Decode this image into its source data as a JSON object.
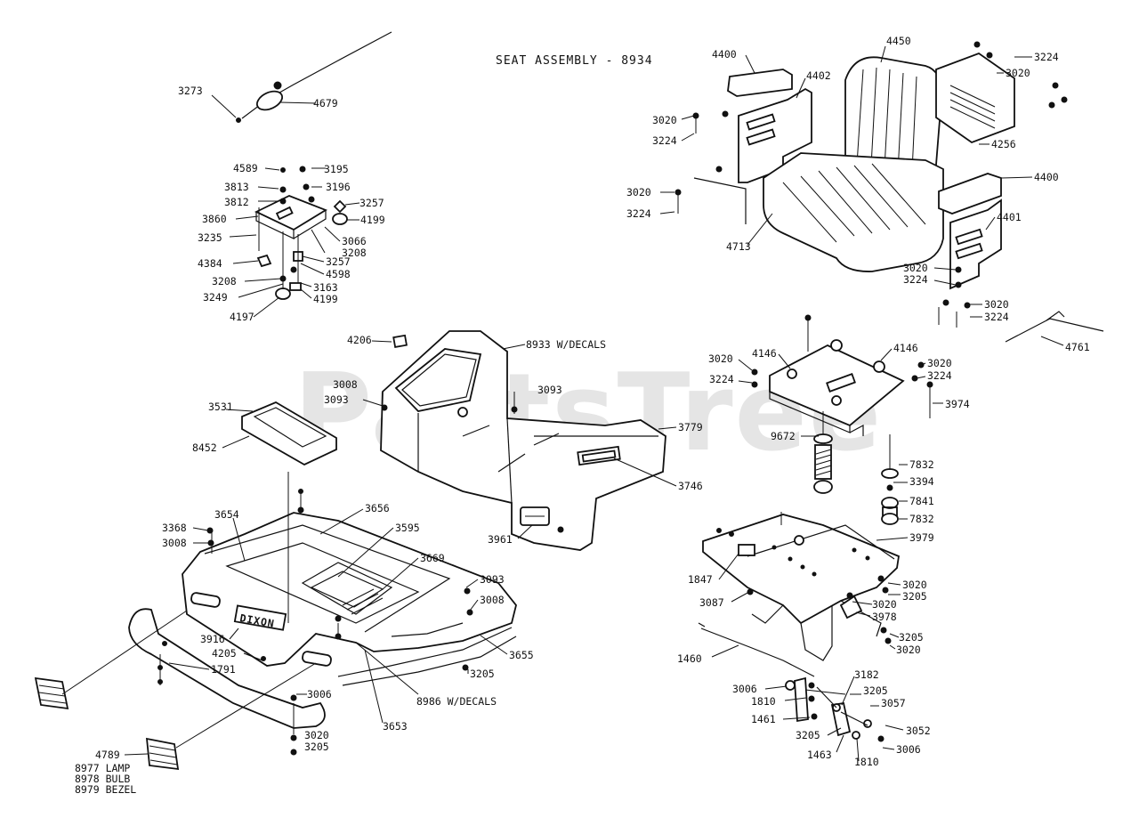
{
  "title": "SEAT ASSEMBLY - 8934",
  "watermark": "PartsTree",
  "labels": [
    {
      "id": "l3273",
      "text": "3273"
    },
    {
      "id": "l4679",
      "text": "4679"
    },
    {
      "id": "l4589",
      "text": "4589"
    },
    {
      "id": "l3195",
      "text": "3195"
    },
    {
      "id": "l3813",
      "text": "3813"
    },
    {
      "id": "l3196",
      "text": "3196"
    },
    {
      "id": "l3812",
      "text": "3812"
    },
    {
      "id": "l3257a",
      "text": "3257"
    },
    {
      "id": "l3860",
      "text": "3860"
    },
    {
      "id": "l4199a",
      "text": "4199"
    },
    {
      "id": "l3235",
      "text": "3235"
    },
    {
      "id": "l3066",
      "text": "3066"
    },
    {
      "id": "l3208a",
      "text": "3208"
    },
    {
      "id": "l4384",
      "text": "4384"
    },
    {
      "id": "l3257b",
      "text": "3257"
    },
    {
      "id": "l4598",
      "text": "4598"
    },
    {
      "id": "l3208b",
      "text": "3208"
    },
    {
      "id": "l3163",
      "text": "3163"
    },
    {
      "id": "l3249",
      "text": "3249"
    },
    {
      "id": "l4199b",
      "text": "4199"
    },
    {
      "id": "l4197",
      "text": "4197"
    },
    {
      "id": "l4400a",
      "text": "4400"
    },
    {
      "id": "l4450",
      "text": "4450"
    },
    {
      "id": "l3224a",
      "text": "3224"
    },
    {
      "id": "l3020a",
      "text": "3020"
    },
    {
      "id": "l4402",
      "text": "4402"
    },
    {
      "id": "l3020b",
      "text": "3020"
    },
    {
      "id": "l3224b",
      "text": "3224"
    },
    {
      "id": "l4256",
      "text": "4256"
    },
    {
      "id": "l4400b",
      "text": "4400"
    },
    {
      "id": "l3020c",
      "text": "3020"
    },
    {
      "id": "l3224c",
      "text": "3224"
    },
    {
      "id": "l4713",
      "text": "4713"
    },
    {
      "id": "l4401",
      "text": "4401"
    },
    {
      "id": "l3020d",
      "text": "3020"
    },
    {
      "id": "l3224d",
      "text": "3224"
    },
    {
      "id": "l3020e",
      "text": "3020"
    },
    {
      "id": "l3224e",
      "text": "3224"
    },
    {
      "id": "l4761",
      "text": "4761"
    },
    {
      "id": "l4206",
      "text": "4206"
    },
    {
      "id": "l8933",
      "text": "8933 W/DECALS"
    },
    {
      "id": "l3008a",
      "text": "3008"
    },
    {
      "id": "l3093a",
      "text": "3093"
    },
    {
      "id": "l3093b",
      "text": "3093"
    },
    {
      "id": "l3531",
      "text": "3531"
    },
    {
      "id": "l3779",
      "text": "3779"
    },
    {
      "id": "l8452",
      "text": "8452"
    },
    {
      "id": "l3746",
      "text": "3746"
    },
    {
      "id": "l3961",
      "text": "3961"
    },
    {
      "id": "l3020f",
      "text": "3020"
    },
    {
      "id": "l4146a",
      "text": "4146"
    },
    {
      "id": "l4146b",
      "text": "4146"
    },
    {
      "id": "l3020g",
      "text": "3020"
    },
    {
      "id": "l3224f",
      "text": "3224"
    },
    {
      "id": "l3224g",
      "text": "3224"
    },
    {
      "id": "l3974",
      "text": "3974"
    },
    {
      "id": "l9672",
      "text": "9672"
    },
    {
      "id": "l7832a",
      "text": "7832"
    },
    {
      "id": "l3394",
      "text": "3394"
    },
    {
      "id": "l7841",
      "text": "7841"
    },
    {
      "id": "l7832b",
      "text": "7832"
    },
    {
      "id": "l3979",
      "text": "3979"
    },
    {
      "id": "l3368",
      "text": "3368"
    },
    {
      "id": "l3654",
      "text": "3654"
    },
    {
      "id": "l3656",
      "text": "3656"
    },
    {
      "id": "l3008b",
      "text": "3008"
    },
    {
      "id": "l3595",
      "text": "3595"
    },
    {
      "id": "l3669",
      "text": "3669"
    },
    {
      "id": "l3093c",
      "text": "3093"
    },
    {
      "id": "l3008c",
      "text": "3008"
    },
    {
      "id": "l3916",
      "text": "3916"
    },
    {
      "id": "l4205",
      "text": "4205"
    },
    {
      "id": "l1791",
      "text": "1791"
    },
    {
      "id": "l3655",
      "text": "3655"
    },
    {
      "id": "l3205a",
      "text": "3205"
    },
    {
      "id": "l8986",
      "text": "8986 W/DECALS"
    },
    {
      "id": "l3006a",
      "text": "3006"
    },
    {
      "id": "l3653",
      "text": "3653"
    },
    {
      "id": "l3020h",
      "text": "3020"
    },
    {
      "id": "l3205b",
      "text": "3205"
    },
    {
      "id": "l4789",
      "text": "4789"
    },
    {
      "id": "l1847",
      "text": "1847"
    },
    {
      "id": "l3087",
      "text": "3087"
    },
    {
      "id": "l3020i",
      "text": "3020"
    },
    {
      "id": "l3205c",
      "text": "3205"
    },
    {
      "id": "l3020j",
      "text": "3020"
    },
    {
      "id": "l3978",
      "text": "3978"
    },
    {
      "id": "l3205d",
      "text": "3205"
    },
    {
      "id": "l3020k",
      "text": "3020"
    },
    {
      "id": "l1460",
      "text": "1460"
    },
    {
      "id": "l3182",
      "text": "3182"
    },
    {
      "id": "l3006b",
      "text": "3006"
    },
    {
      "id": "l3205e",
      "text": "3205"
    },
    {
      "id": "l1810a",
      "text": "1810"
    },
    {
      "id": "l3057",
      "text": "3057"
    },
    {
      "id": "l1461",
      "text": "1461"
    },
    {
      "id": "l3052",
      "text": "3052"
    },
    {
      "id": "l3205f",
      "text": "3205"
    },
    {
      "id": "l3006c",
      "text": "3006"
    },
    {
      "id": "l1463",
      "text": "1463"
    },
    {
      "id": "l1810b",
      "text": "1810"
    }
  ],
  "lamp_notes": {
    "lamp": "8977 LAMP",
    "bulb": "8978 BULB",
    "bezel": "8979 BEZEL"
  },
  "dash_badge": "DIXON"
}
